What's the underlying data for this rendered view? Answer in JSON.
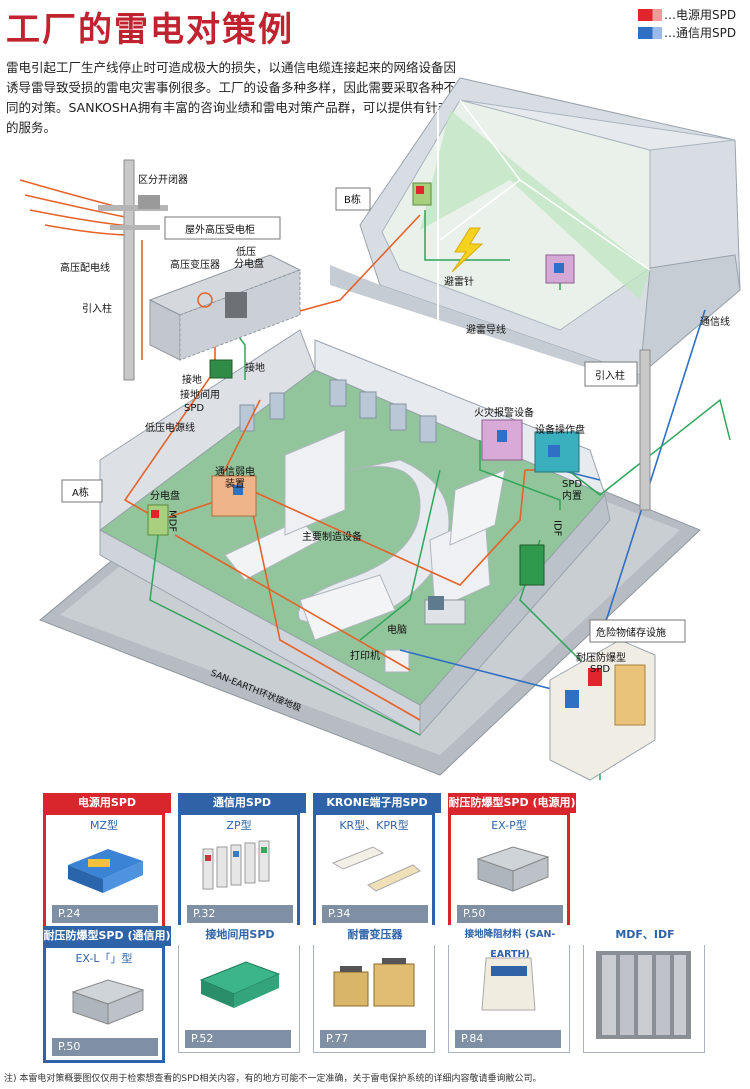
{
  "header": {
    "title": "工厂的雷电对策例",
    "legend": [
      {
        "label": "…电源用SPD",
        "color": "#e0262c"
      },
      {
        "label": "…通信用SPD",
        "color": "#2f6fc4"
      }
    ]
  },
  "intro": {
    "text": "雷电引起工厂生产线停止时可造成极大的损失，以通信电缆连接起来的网络设备因诱导雷导致受损的雷电灾害事例很多。工厂的设备多种多样，因此需要采取各种不同的对策。SANKOSHA拥有丰富的咨询业绩和雷电对策产品群，可以提供有针对性的服务。"
  },
  "diagram": {
    "labels": {
      "switch": "区分开闭器",
      "hv_line": "高压配电线",
      "lead_pole_left": "引入柱",
      "outdoor_cabinet": "屋外高压受电柜",
      "hv_transformer": "高压变压器",
      "lv_panel_1": "低压",
      "lv_panel_2": "分电盘",
      "ground_1": "接地",
      "ground_2": "接地",
      "ground_spd_1": "接地间用",
      "ground_spd_2": "SPD",
      "lv_power_line": "低压电源线",
      "b_building": "B栋",
      "lightning_rod": "避雷针",
      "down_conductor": "避雷导线",
      "comm_line": "通信线",
      "lead_pole_right": "引入柱",
      "fire_alarm": "火灾报警设备",
      "control_panel": "设备操作盘",
      "spd_inside_1": "SPD",
      "spd_inside_2": "内置",
      "idf": "IDF",
      "a_building": "A栋",
      "dist_panel": "分电盘",
      "mdf": "MDF",
      "comm_weak_1": "通信弱电",
      "comm_weak_2": "装置",
      "main_equipment": "主要制造设备",
      "computer": "电脑",
      "printer": "打印机",
      "hazmat": "危险物储存设施",
      "ex_spd_1": "耐压防爆型",
      "ex_spd_2": "SPD",
      "san_earth": "SAN-EARTH环状接地极"
    }
  },
  "products_row1": [
    {
      "category": "电源用SPD",
      "model": "MZ型",
      "page": "P.24",
      "color": "#d8262c"
    },
    {
      "category": "通信用SPD",
      "model": "ZP型",
      "page": "P.32",
      "color": "#2f63a8"
    },
    {
      "category": "KRONE端子用SPD",
      "model": "KR型、KPR型",
      "page": "P.34",
      "color": "#2f63a8"
    },
    {
      "category": "耐压防爆型SPD (电源用)",
      "model": "EX-P型",
      "page": "P.50",
      "color": "#d8262c"
    }
  ],
  "products_row2": [
    {
      "category": "耐压防爆型SPD (通信用)",
      "model": "EX-L「」型",
      "page": "P.50",
      "color": "#2f63a8"
    },
    {
      "category": "接地间用SPD",
      "page": "P.52"
    },
    {
      "category": "耐雷变压器",
      "page": "P.77"
    },
    {
      "category": "接地降阻材料 (SAN-EARTH)",
      "page": "P.84"
    },
    {
      "category": "MDF、IDF"
    }
  ],
  "footnote": "注) 本雷电对策概要图仅仅用于检索想查看的SPD相关内容，有的地方可能不一定准确，关于雷电保护系统的详细内容敬请垂询敝公司。"
}
